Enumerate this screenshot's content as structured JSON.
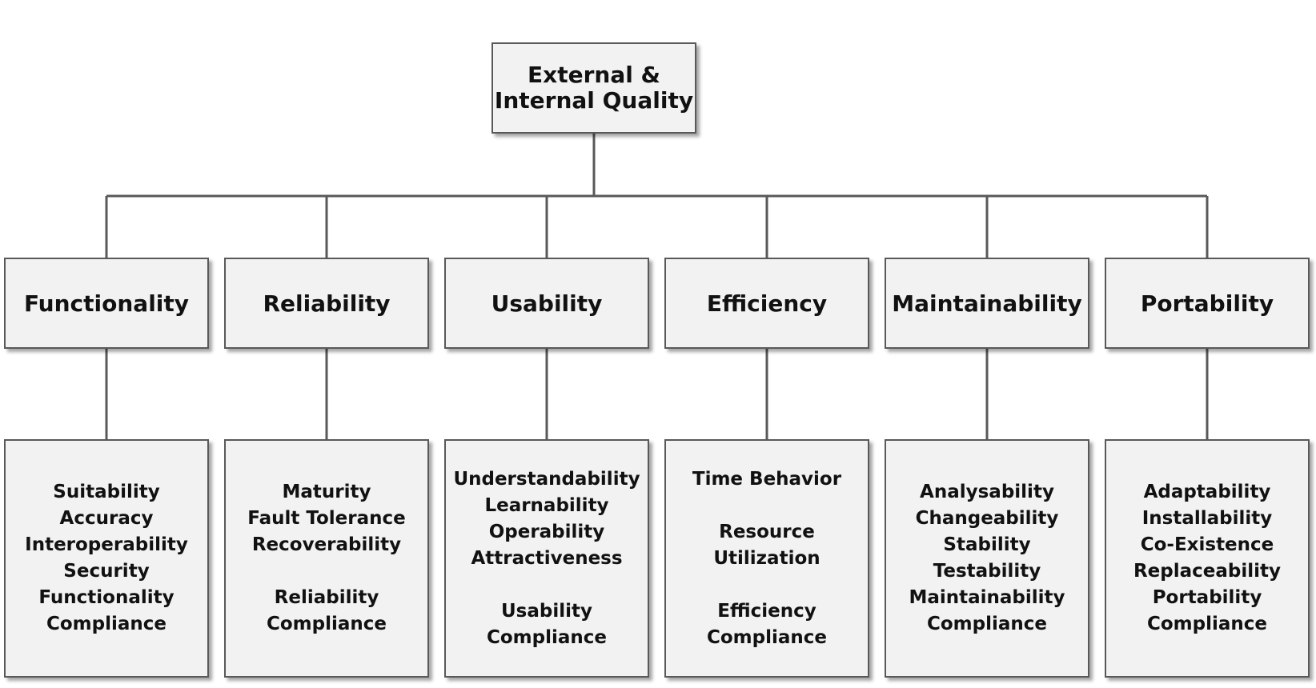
{
  "root": {
    "lines": [
      "External &",
      "Internal Quality"
    ]
  },
  "characteristics": [
    {
      "name": "Functionality",
      "groups": [
        [
          "Suitability",
          "Accuracy",
          "Interoperability",
          "Security",
          "Functionality",
          "Compliance"
        ]
      ]
    },
    {
      "name": "Reliability",
      "groups": [
        [
          "Maturity",
          "Fault Tolerance",
          "Recoverability"
        ],
        [
          "Reliability",
          "Compliance"
        ]
      ]
    },
    {
      "name": "Usability",
      "groups": [
        [
          "Understandability",
          "Learnability",
          "Operability",
          "Attractiveness"
        ],
        [
          "Usability",
          "Compliance"
        ]
      ]
    },
    {
      "name": "Efficiency",
      "groups": [
        [
          "Time Behavior"
        ],
        [
          "Resource",
          "Utilization"
        ],
        [
          "Efficiency",
          "Compliance"
        ]
      ]
    },
    {
      "name": "Maintainability",
      "groups": [
        [
          "Analysability",
          "Changeability",
          "Stability",
          "Testability",
          "Maintainability",
          "Compliance"
        ]
      ]
    },
    {
      "name": "Portability",
      "groups": [
        [
          "Adaptability",
          "Installability",
          "Co-Existence",
          "Replaceability",
          "Portability",
          "Compliance"
        ]
      ]
    }
  ],
  "colors": {
    "box_fill": "#f2f2f2",
    "box_border": "#595959",
    "connector": "#595959",
    "text": "#111111"
  }
}
